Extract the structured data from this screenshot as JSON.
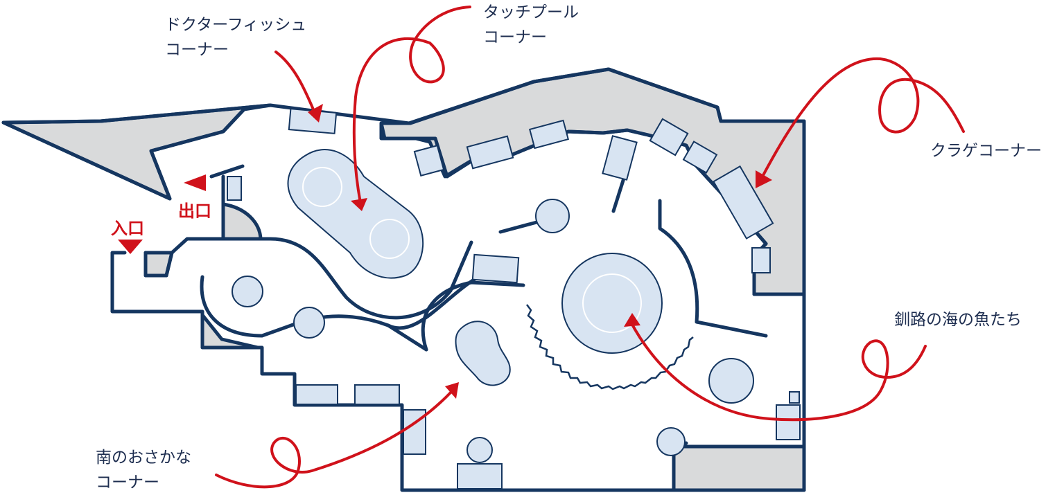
{
  "labels": {
    "doctor_fish": [
      "ドクターフィッシュ",
      "コーナー"
    ],
    "touch_pool": [
      "タッチプール",
      "コーナー"
    ],
    "jellyfish": "クラゲコーナー",
    "kushiro_sea": "釧路の海の魚たち",
    "southern_fish": [
      "南のおさかな",
      "コーナー"
    ],
    "exit": "出口",
    "entrance": "入口"
  },
  "colors": {
    "wall": "#153660",
    "tank_fill": "#d8e4f2",
    "gray_area": "#d9dadb",
    "accent_red": "#d0121b",
    "text": "#1d2d4f"
  }
}
